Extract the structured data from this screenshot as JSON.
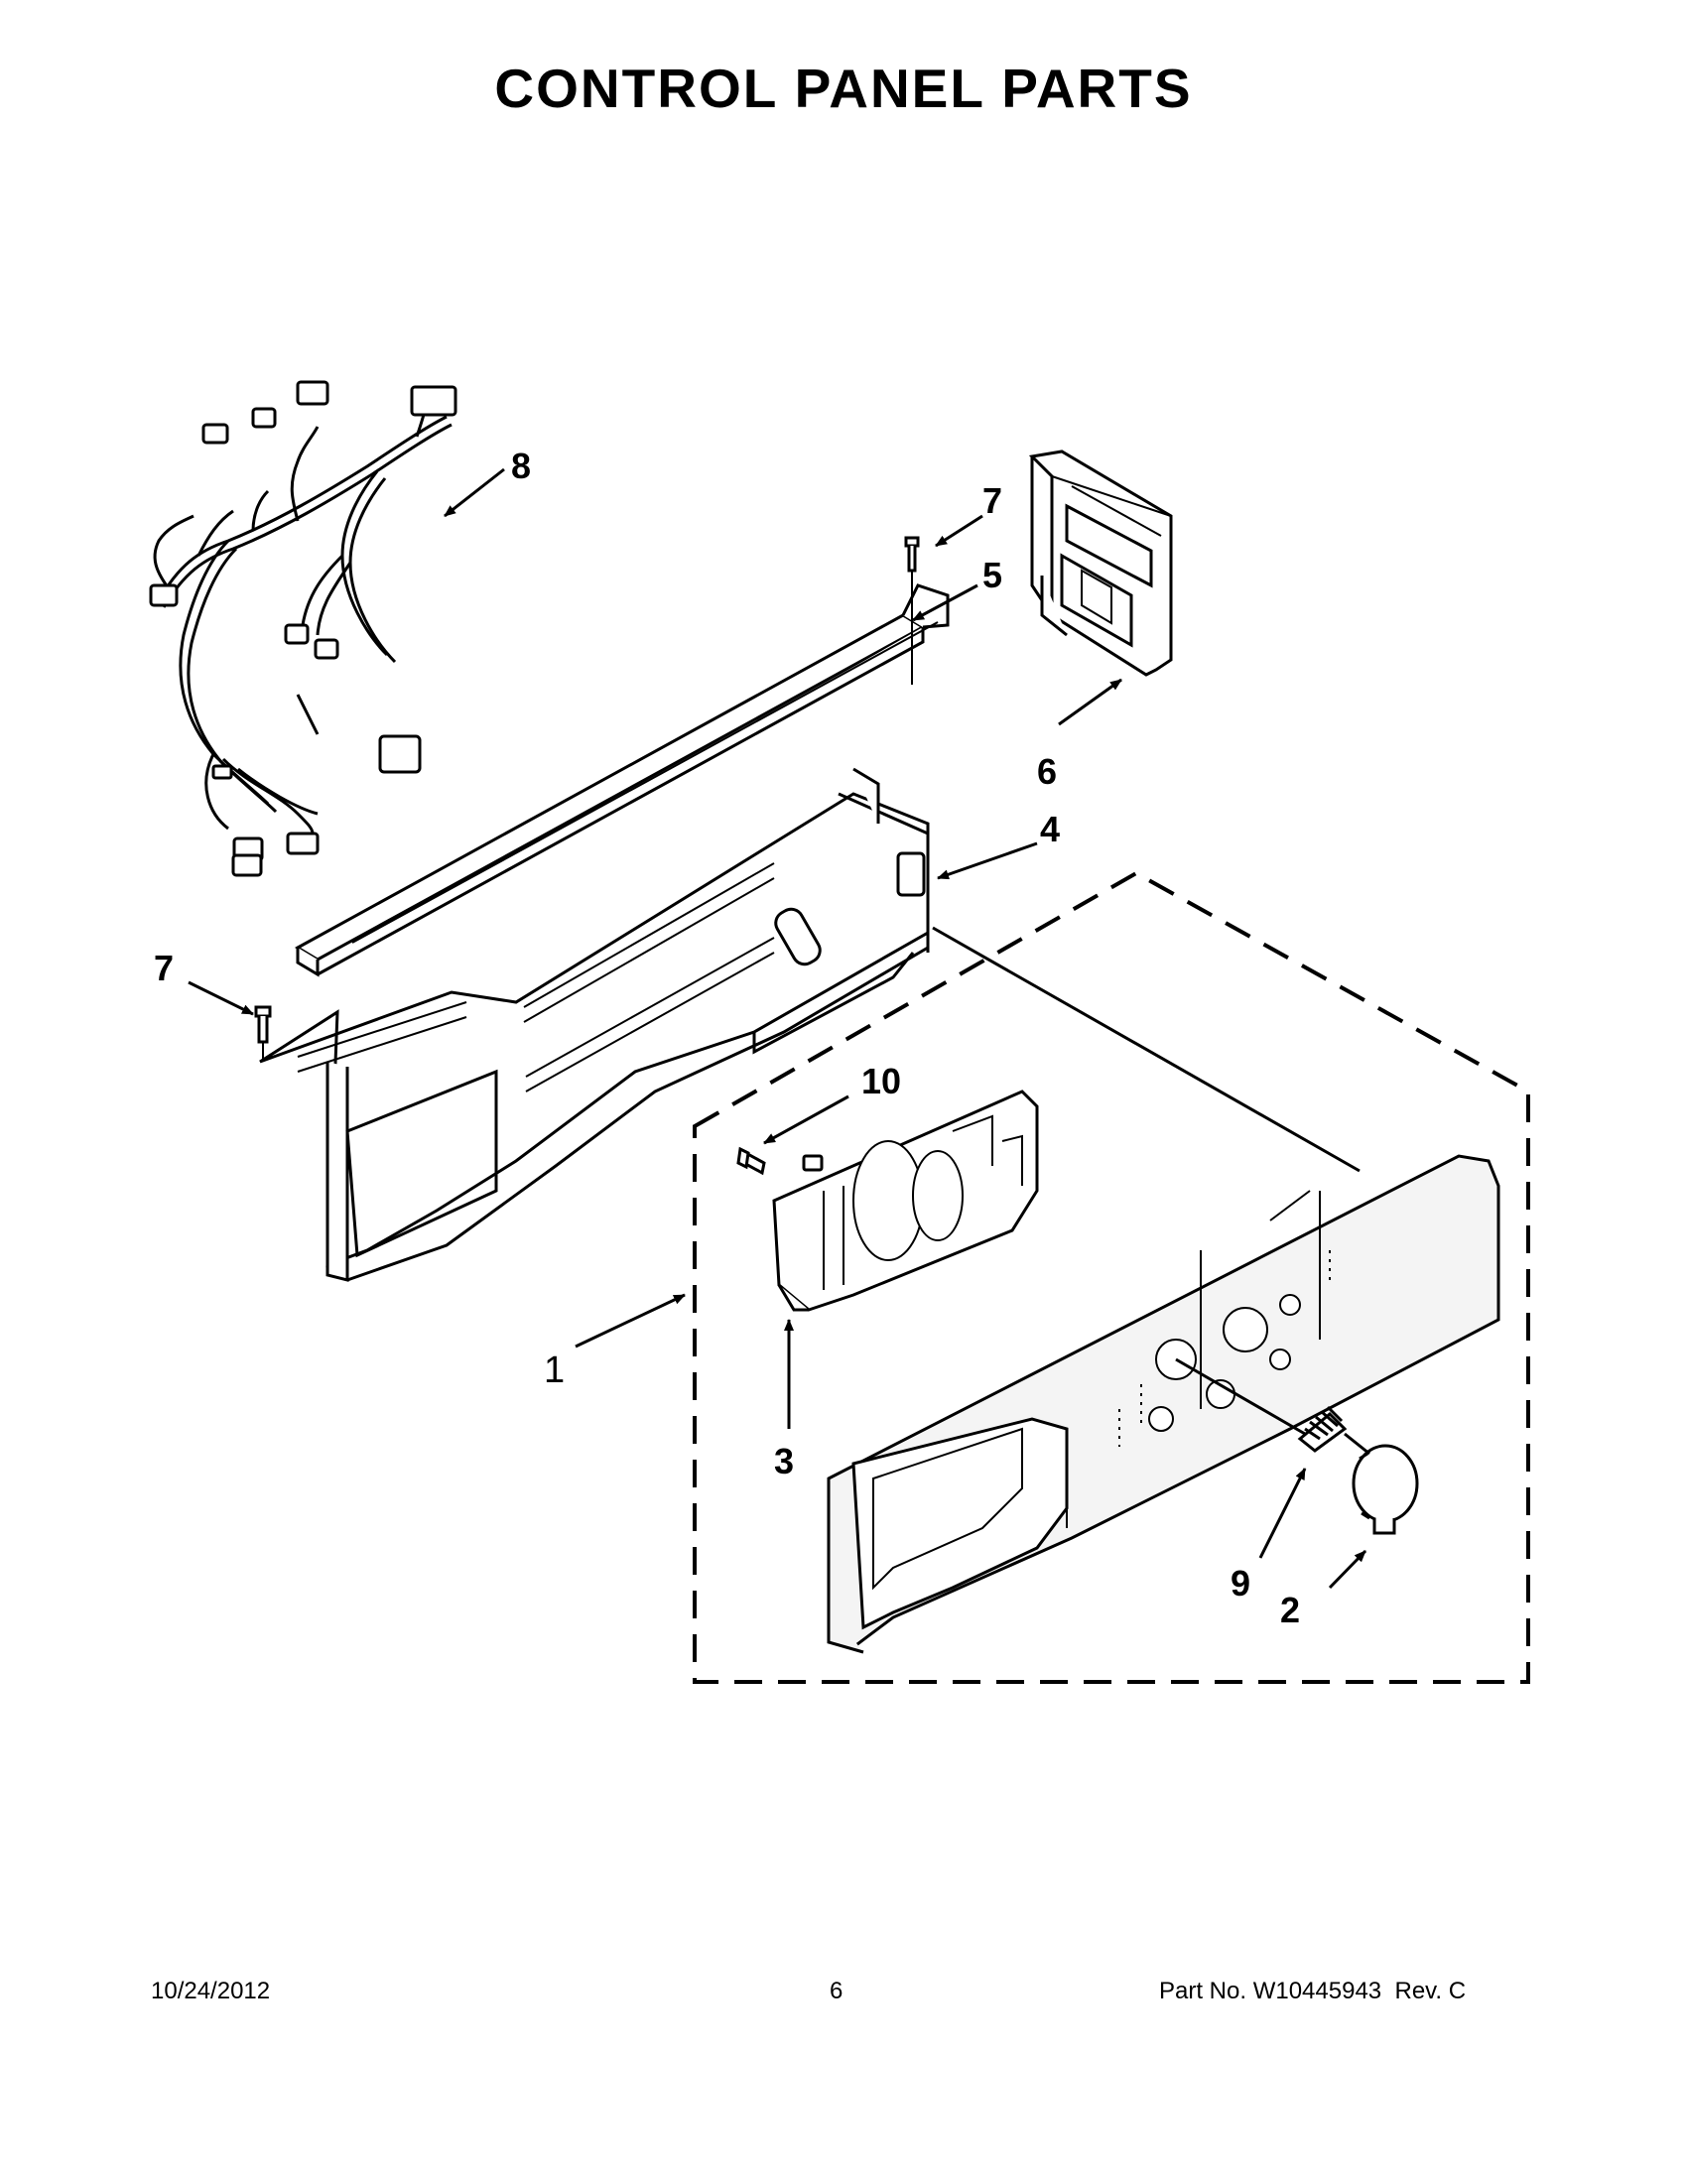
{
  "document": {
    "title": "CONTROL PANEL PARTS"
  },
  "callouts": [
    {
      "id": "c1",
      "label": "1"
    },
    {
      "id": "c2",
      "label": "2"
    },
    {
      "id": "c3",
      "label": "3"
    },
    {
      "id": "c4",
      "label": "4"
    },
    {
      "id": "c5",
      "label": "5"
    },
    {
      "id": "c6",
      "label": "6"
    },
    {
      "id": "c7a",
      "label": "7"
    },
    {
      "id": "c7b",
      "label": "7"
    },
    {
      "id": "c8",
      "label": "8"
    },
    {
      "id": "c9",
      "label": "9"
    },
    {
      "id": "c10",
      "label": "10"
    }
  ],
  "parts": [
    {
      "id": "p2",
      "name": "knob-icon"
    },
    {
      "id": "p3",
      "name": "control-board-icon"
    },
    {
      "id": "p4",
      "name": "mounting-bracket-icon"
    },
    {
      "id": "p5",
      "name": "rail-bar-icon"
    },
    {
      "id": "p6",
      "name": "electronic-module-icon"
    },
    {
      "id": "p7",
      "name": "screw-icon"
    },
    {
      "id": "p8",
      "name": "wire-harness-icon"
    },
    {
      "id": "p9",
      "name": "spring-icon"
    },
    {
      "id": "p10",
      "name": "screw-icon"
    }
  ],
  "colors": {
    "line": "#000000",
    "background": "#ffffff",
    "panel_fill": "#f4f4f4"
  },
  "footer": {
    "date": "10/24/2012",
    "page": "6",
    "part_label": "Part No.",
    "part_number": "W10445943",
    "rev_label": "Rev.",
    "rev": "C"
  }
}
